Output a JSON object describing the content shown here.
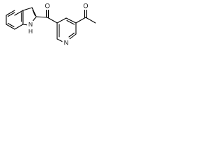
{
  "molecule": {
    "atoms": {
      "O_ketone": "O",
      "O_acetyl": "O",
      "N_pyridine": "N",
      "N_indole": "N",
      "H_indole": "H"
    },
    "colors": {
      "bond": "#000000",
      "label": "#000000",
      "background": "#ffffff"
    }
  }
}
